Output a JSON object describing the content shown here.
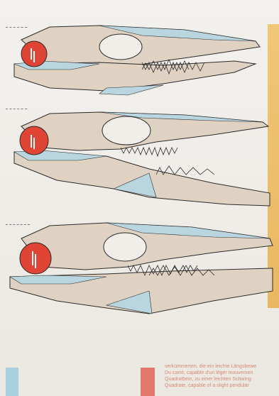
{
  "photo": {
    "subject": "three skull illustrations",
    "colors": {
      "bone": "#dfd2c2",
      "cartilage_blue": "#b9d6e0",
      "quadrate_red": "#e04434",
      "accent_bar": "#efc26f",
      "caption_text": "#d98a77",
      "swatch_blue": "#a9d0de",
      "swatch_red": "#e0786b"
    }
  },
  "caption": {
    "lines": [
      "verkümmerten, die ein leichte Längsbewe",
      "Du carré, capable d'un léger mouvemen",
      "Quadratbein, zu einer leichten Schwing",
      "Quadrate, capable of a slight pendular"
    ]
  }
}
